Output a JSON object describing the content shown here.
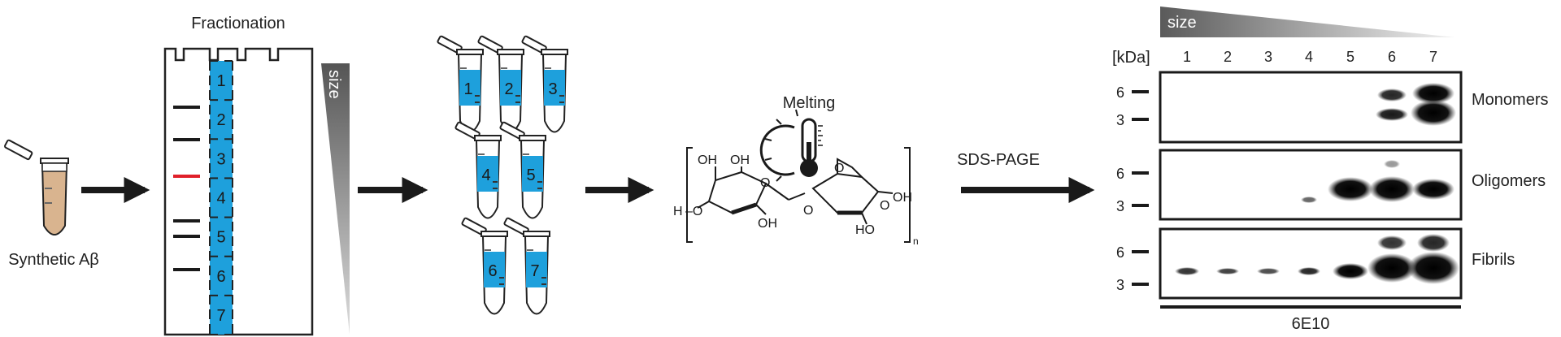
{
  "tube_label": "Synthetic Aβ",
  "fractionation": {
    "title": "Fractionation",
    "size_label": "size",
    "fractions": [
      "1",
      "2",
      "3",
      "4",
      "5",
      "6",
      "7"
    ]
  },
  "fraction_tubes": [
    "1",
    "2",
    "3",
    "4",
    "5",
    "6",
    "7"
  ],
  "melting": {
    "label": "Melting",
    "chem": {
      "oh_top1": "OH",
      "oh_top2": "OH",
      "h_left": "H",
      "oh_bottom": "OH",
      "ho_bottom": "HO",
      "oh_right": "OH",
      "subscript_n": "n"
    }
  },
  "sds_label": "SDS-PAGE",
  "blot": {
    "size_label": "size",
    "unit_label": "[kDa]",
    "lane_numbers": [
      "1",
      "2",
      "3",
      "4",
      "5",
      "6",
      "7"
    ],
    "panels": [
      {
        "name": "Monomers",
        "marker_top": "6",
        "marker_bottom": "3"
      },
      {
        "name": "Oligomers",
        "marker_top": "6",
        "marker_bottom": "3"
      },
      {
        "name": "Fibrils",
        "marker_top": "6",
        "marker_bottom": "3"
      }
    ],
    "antibody": "6E10"
  },
  "colors": {
    "lane_blue": "#1ea0dc",
    "liquid_tan": "#d9b48f",
    "marker_red": "#e0202a",
    "ink": "#1a1a1a"
  },
  "icons": {
    "arrow": "arrow-right-icon",
    "thermometer": "thermometer-icon",
    "tube": "eppendorf-tube-icon"
  }
}
